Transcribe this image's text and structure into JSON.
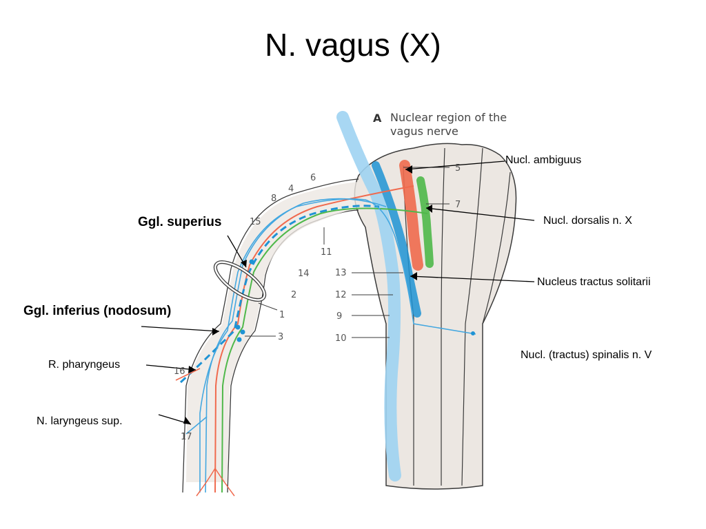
{
  "title": "N. vagus (X)",
  "figure": {
    "caption_letter": "A",
    "caption_line1": "Nuclear region of the",
    "caption_line2": "vagus nerve",
    "numbers": [
      "1",
      "2",
      "3",
      "4",
      "5",
      "6",
      "7",
      "8",
      "9",
      "10",
      "11",
      "12",
      "13",
      "14",
      "15",
      "16",
      "17"
    ]
  },
  "labels": {
    "nucl_ambiguus": "Nucl. ambiguus",
    "nucl_dorsalis": "Nucl. dorsalis n. X",
    "nucleus_tractus": "Nucleus tractus solitarii",
    "nucl_spinalis": "Nucl. (tractus) spinalis n. V",
    "ggl_superius": "Ggl. superius",
    "ggl_inferius": "Ggl. inferius (nodosum)",
    "r_pharyngeus": "R. pharyngeus",
    "n_laryngeus": "N. laryngeus sup."
  },
  "colors": {
    "brainstem_fill": "#ece7e2",
    "outline": "#3a3a3a",
    "motor_red": "#f06a4e",
    "parasympathetic_green": "#4fb84a",
    "sensory_blue": "#43a7e0",
    "light_blue": "#9fd3f2"
  }
}
